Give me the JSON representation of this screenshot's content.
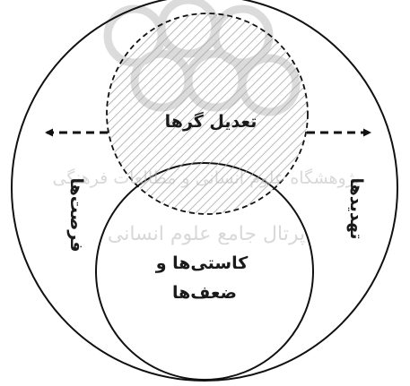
{
  "diagram": {
    "labels": {
      "moderators": "تعدیل گرها",
      "weaknesses_line1": "کاستی‌ها و",
      "weaknesses_line2": "ضعف‌ها",
      "opportunities": "فرصت‌ها",
      "threats": "تهدیدها"
    },
    "watermark": {
      "line1": "پژوهشگاه علوم انسانی و مطالعات فرهنگی",
      "line2": "پرتال جامع علوم انسانی"
    },
    "colors": {
      "stroke": "#111111",
      "hatch": "#a8a8a8",
      "text": "#1a1a1a",
      "watermark": "#b9b9b9"
    }
  }
}
